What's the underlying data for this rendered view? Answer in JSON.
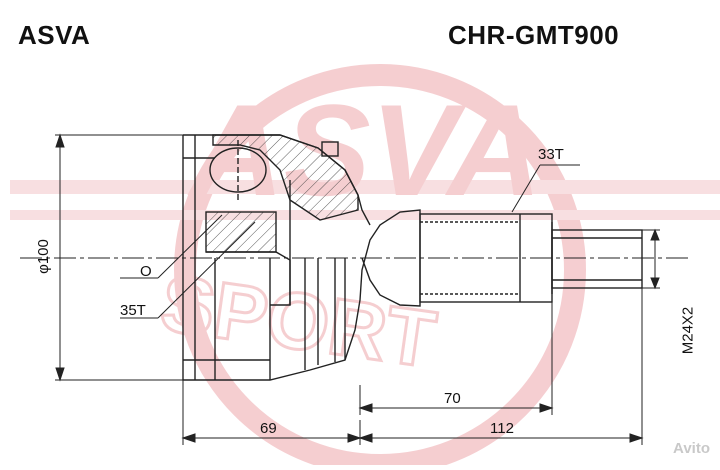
{
  "header": {
    "brand": "ASVA",
    "part_number": "CHR-GMT900"
  },
  "dimensions": {
    "outer_diameter": "φ100",
    "thread": "M24X2",
    "spline_outer": "33T",
    "spline_inner": "35T",
    "ring_label": "O",
    "length_body": "69",
    "length_shaft": "70",
    "length_total": "112"
  },
  "watermark": {
    "background_logo": "ASVA SPORT",
    "corner_text": "Avito"
  },
  "colors": {
    "line": "#222222",
    "watermark_red": "#f4c9cc",
    "watermark_stripe": "#f8dcde"
  }
}
